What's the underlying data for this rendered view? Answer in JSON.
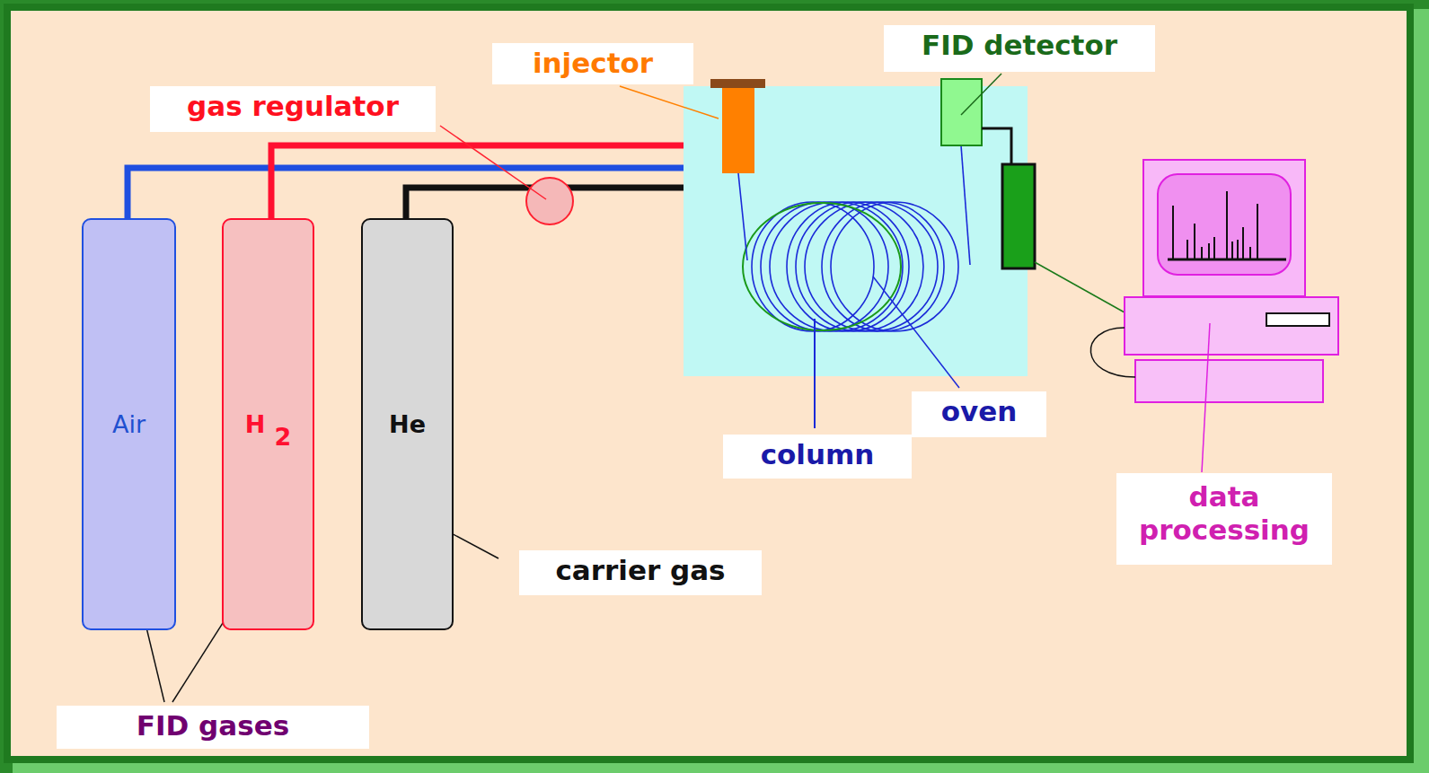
{
  "diagram": {
    "nodes": [
      {
        "text": [
          "Air"
        ]
      },
      {
        "text": [
          "H",
          "2"
        ]
      },
      {
        "text": [
          "He"
        ]
      }
    ],
    "labels": [
      "injector",
      "gas regulator",
      "FID detector",
      "column",
      "oven",
      "carrier gas",
      "data processing",
      "FID gases"
    ]
  }
}
